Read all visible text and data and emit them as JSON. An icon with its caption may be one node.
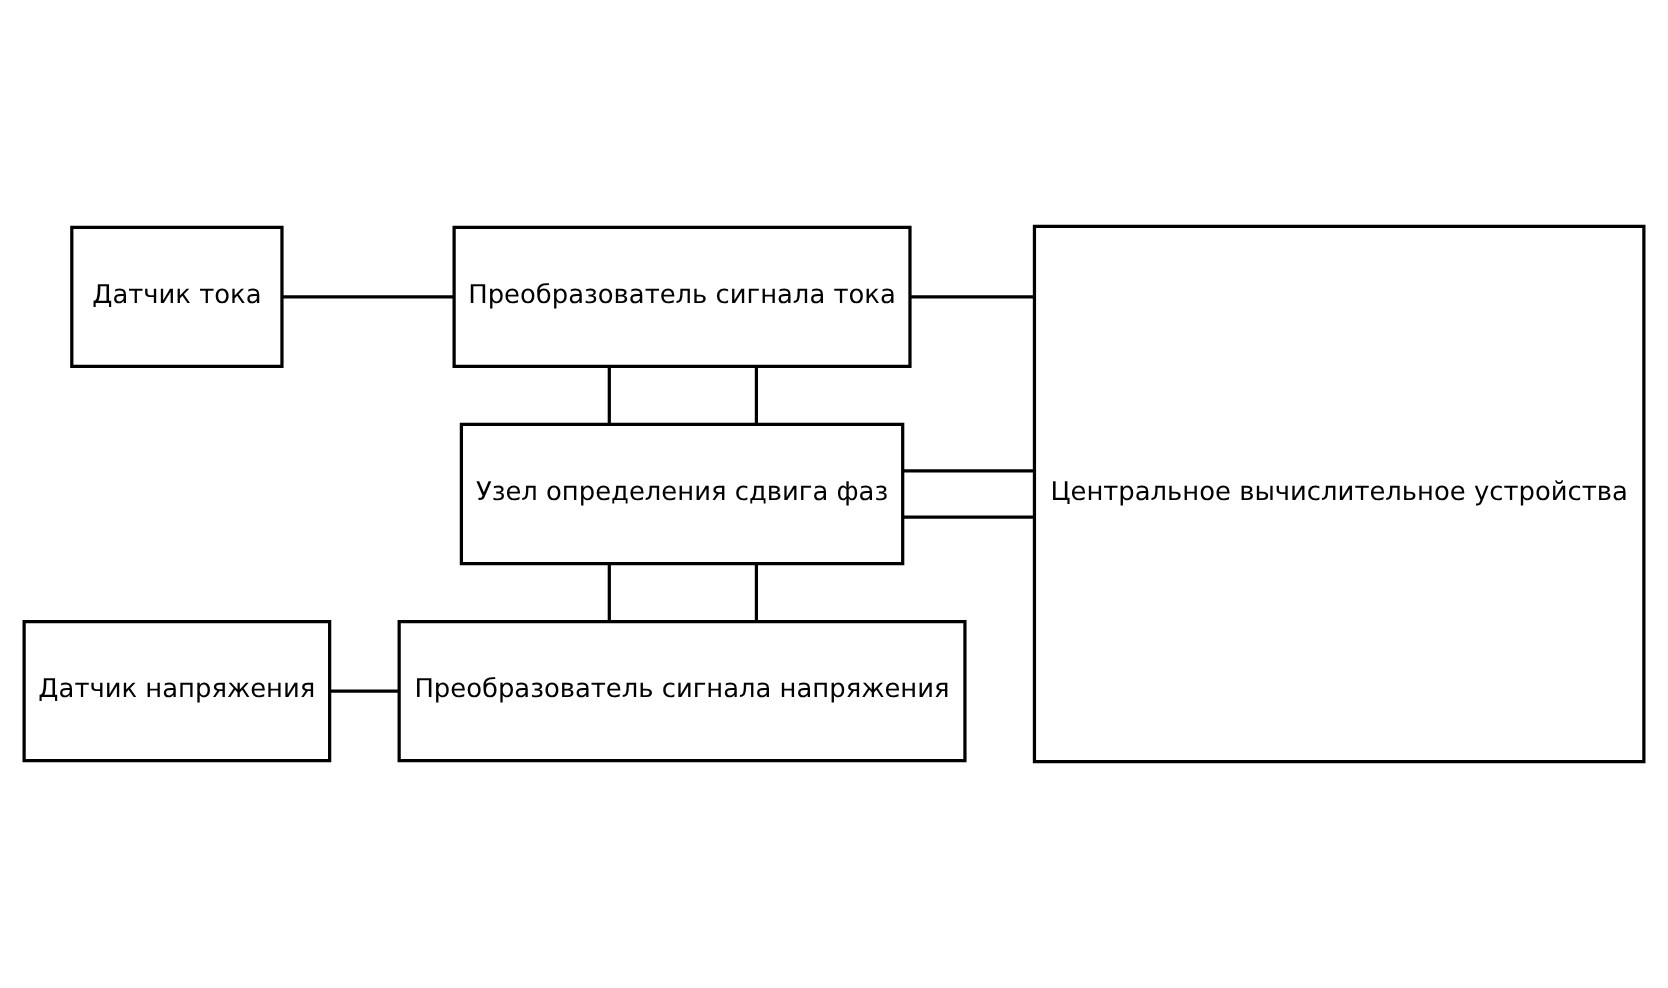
{
  "diagram": {
    "nodes": [
      {
        "text": [
          "Датчик тока"
        ]
      },
      {
        "text": [
          "Преобразователь сигнала тока"
        ]
      },
      {
        "text": [
          "Узел определения сдвига фаз"
        ]
      },
      {
        "text": [
          "Центральное вычислительное устройства"
        ]
      },
      {
        "text": [
          "Датчик напряжения"
        ]
      },
      {
        "text": [
          "Преобразователь сигнала напряжения"
        ]
      }
    ],
    "edges": [
      {
        "from": 0,
        "to": 1,
        "arrow": "none"
      },
      {
        "from": 1,
        "to": 3,
        "arrow": "none"
      },
      {
        "from": 1,
        "to": 2,
        "arrow": "none"
      },
      {
        "from": 1,
        "to": 2,
        "arrow": "none"
      },
      {
        "from": 2,
        "to": 3,
        "arrow": "none"
      },
      {
        "from": 2,
        "to": 3,
        "arrow": "none"
      },
      {
        "from": 2,
        "to": 5,
        "arrow": "none"
      },
      {
        "from": 2,
        "to": 5,
        "arrow": "none"
      },
      {
        "from": 4,
        "to": 5,
        "arrow": "none"
      }
    ]
  }
}
